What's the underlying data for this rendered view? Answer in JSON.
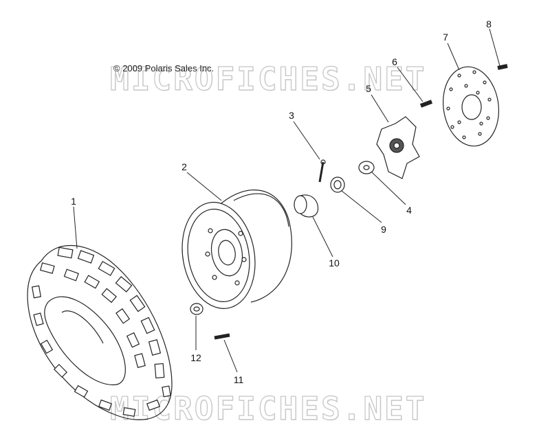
{
  "copyright": "© 2009 Polaris Sales Inc.",
  "watermark_top": "MICROFICHES.NET",
  "watermark_bottom": "MICROFICHES.NET",
  "callouts": [
    "1",
    "2",
    "3",
    "4",
    "5",
    "6",
    "7",
    "8",
    "9",
    "10",
    "11",
    "12"
  ]
}
